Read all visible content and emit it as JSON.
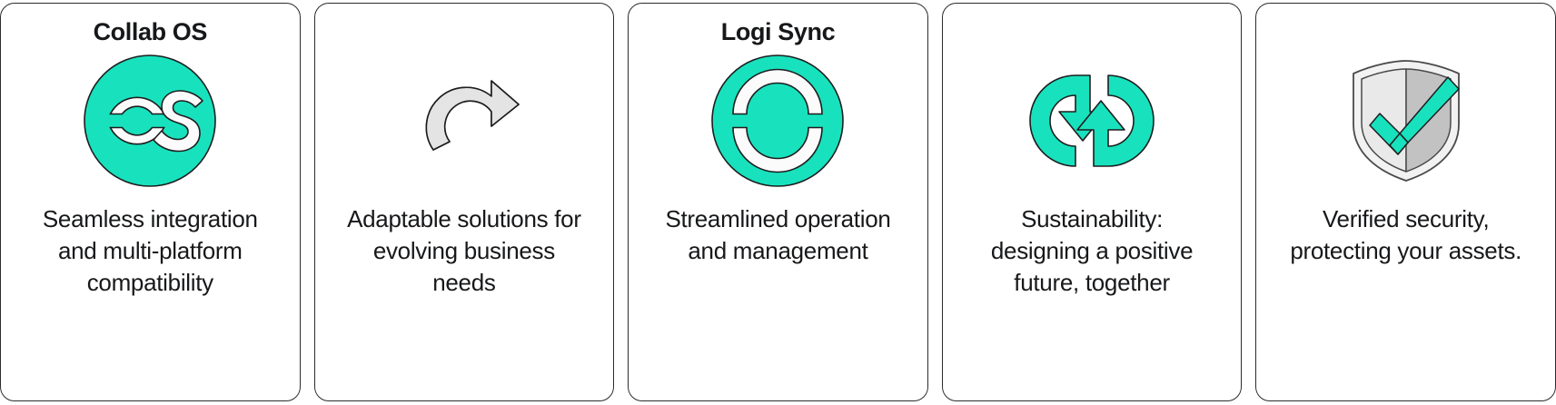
{
  "palette": {
    "accent_teal": "#18E2BD",
    "card_border": "#2c2c2e",
    "text_dark": "#17181a",
    "shield_light": "#e9e9e9",
    "shield_dark": "#c2c2c2",
    "arrow_gray": "#e4e4e4",
    "background": "#ffffff"
  },
  "cards": [
    {
      "title": "Collab OS",
      "icon": "collab-os-logo-icon",
      "text": "Seamless integration and multi-platform compatibility"
    },
    {
      "title": "",
      "icon": "refresh-cycle-icon",
      "text": "Adaptable solutions for evolving business needs"
    },
    {
      "title": "Logi Sync",
      "icon": "logi-sync-logo-icon",
      "text": "Streamlined operation and management"
    },
    {
      "title": "",
      "icon": "sustainability-loop-icon",
      "text": "Sustainability: designing a positive future, together"
    },
    {
      "title": "",
      "icon": "shield-check-icon",
      "text": "Verified security, protecting your assets."
    }
  ]
}
